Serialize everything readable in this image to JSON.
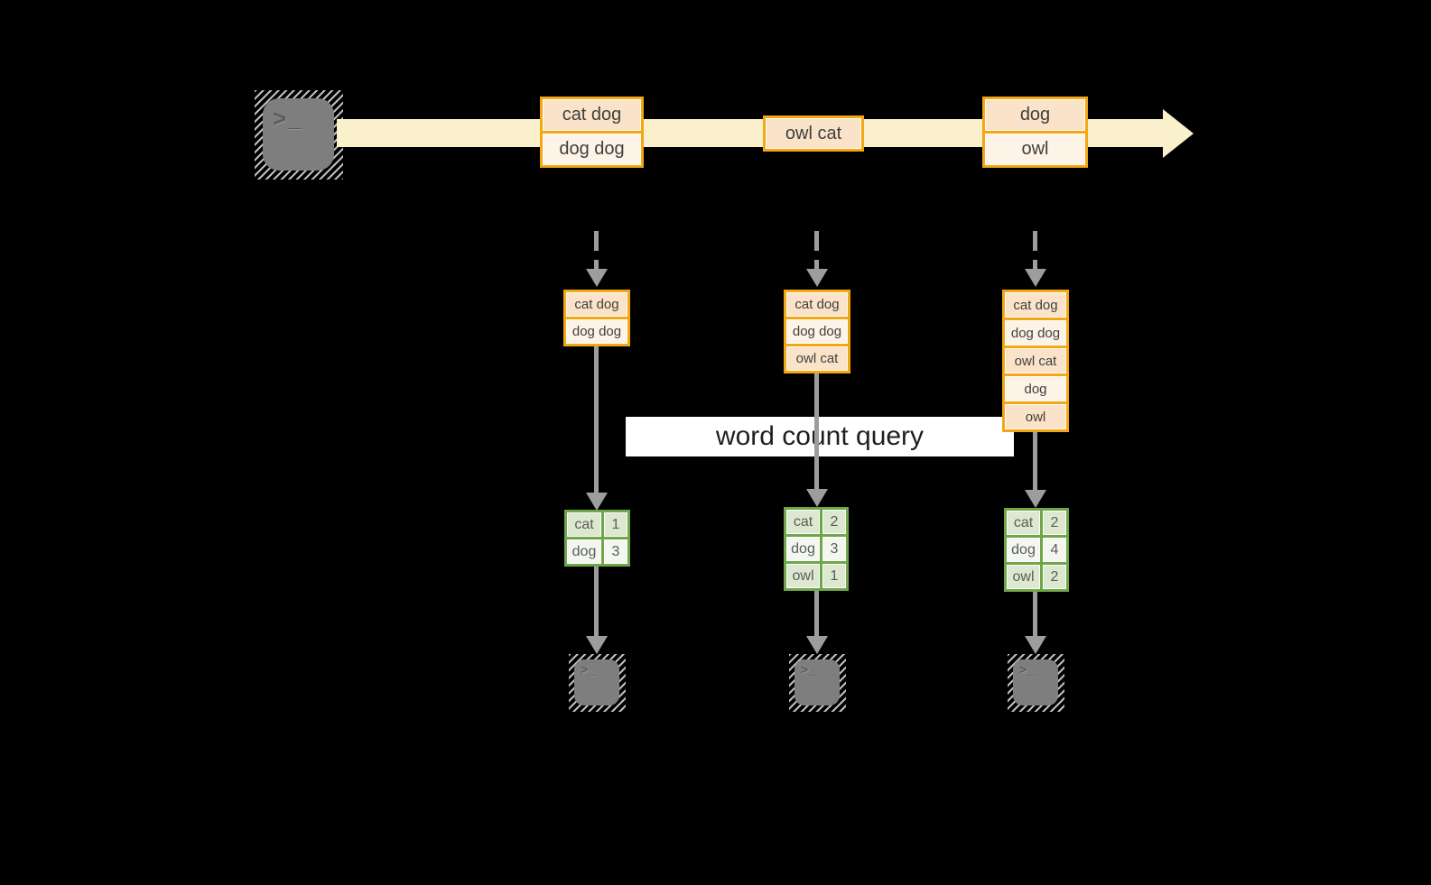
{
  "diagram": {
    "query_label": "word count query",
    "terminal_prompt": ">_",
    "stream_events": [
      {
        "lines": [
          "cat dog",
          "dog dog"
        ]
      },
      {
        "lines": [
          "owl cat"
        ]
      },
      {
        "lines": [
          "dog",
          "owl"
        ]
      }
    ],
    "columns": [
      {
        "batch": [
          "cat dog",
          "dog dog"
        ],
        "counts": [
          [
            "cat",
            "1"
          ],
          [
            "dog",
            "3"
          ]
        ]
      },
      {
        "batch": [
          "cat dog",
          "dog dog",
          "owl cat"
        ],
        "counts": [
          [
            "cat",
            "2"
          ],
          [
            "dog",
            "3"
          ],
          [
            "owl",
            "1"
          ]
        ]
      },
      {
        "batch": [
          "cat dog",
          "dog dog",
          "owl cat",
          "dog",
          "owl"
        ],
        "counts": [
          [
            "cat",
            "2"
          ],
          [
            "dog",
            "4"
          ],
          [
            "owl",
            "2"
          ]
        ]
      }
    ],
    "colors": {
      "background": "#000000",
      "stream_arrow": "#faf0cc",
      "event_border": "#f3a712",
      "event_fill_dark": "#fae3c8",
      "event_fill_light": "#fdf3e6",
      "table_border": "#6fa648",
      "table_fill_dark": "#dce8d0",
      "table_fill_light": "#f3f7f0",
      "connector_gray": "#9d9d9d",
      "query_band_bg": "#ffffff",
      "terminal_gray": "#7e7e7e"
    }
  }
}
